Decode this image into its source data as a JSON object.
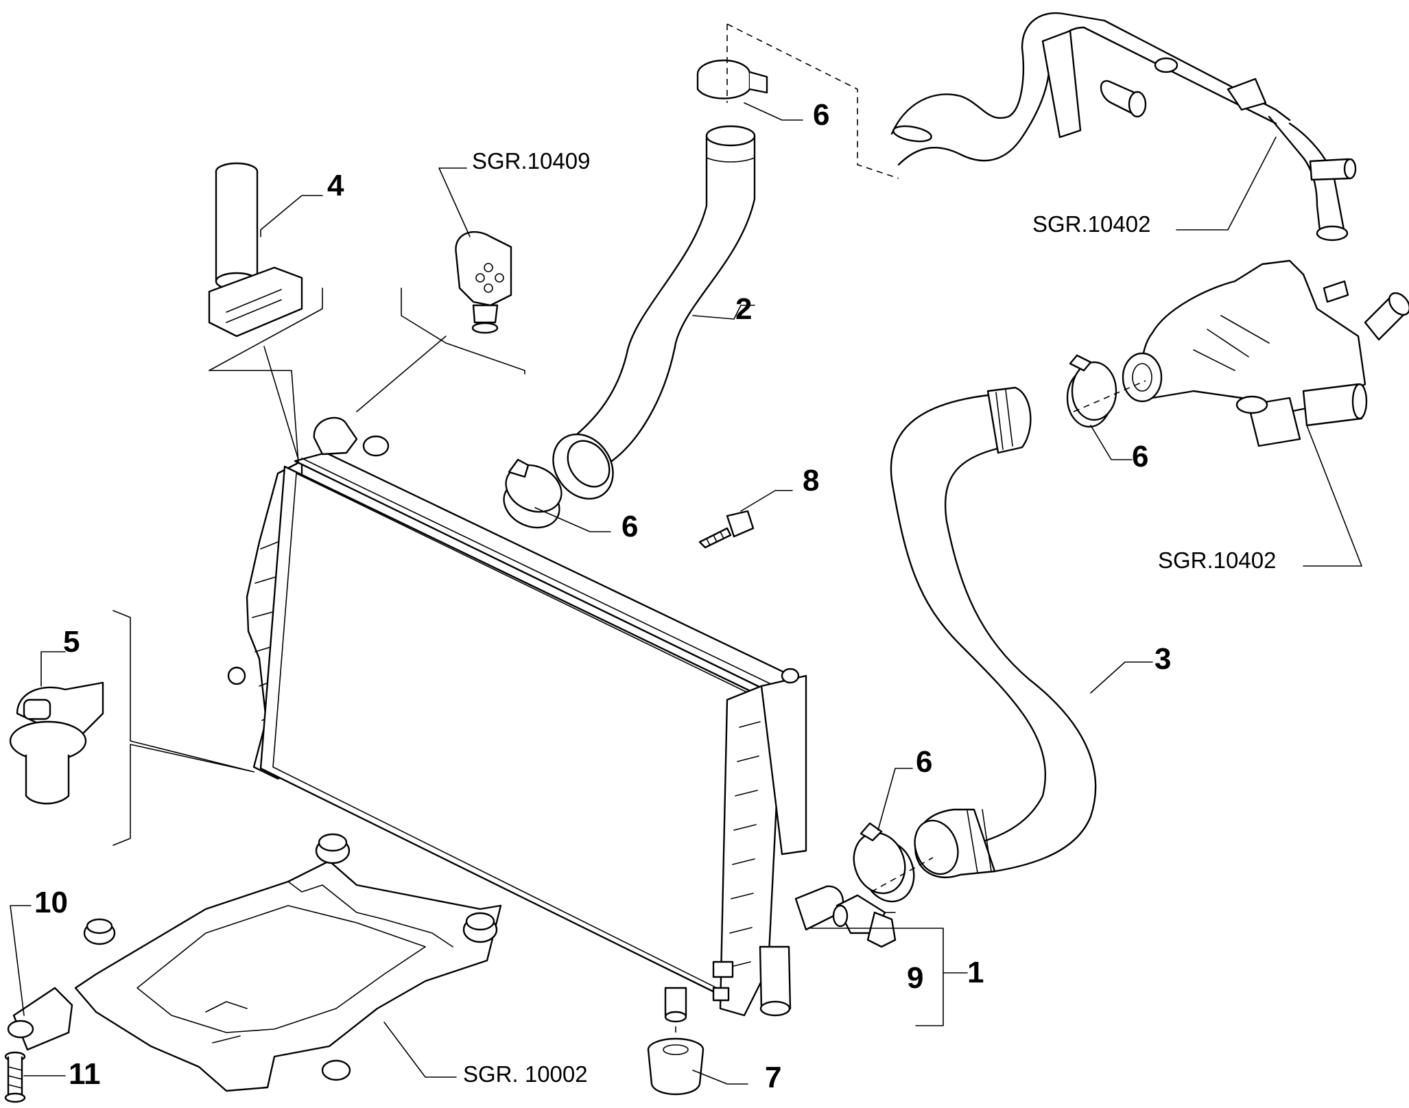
{
  "part_numbers": {
    "p1": "1",
    "p2": "2",
    "p3": "3",
    "p4": "4",
    "p5": "5",
    "p6a": "6",
    "p6b": "6",
    "p6c": "6",
    "p6d": "6",
    "p7": "7",
    "p8": "8",
    "p9": "9",
    "p10": "10",
    "p11": "11"
  },
  "references": {
    "sgr_10409": "SGR.10409",
    "sgr_10402_top": "SGR.10402",
    "sgr_10402_right": "SGR.10402",
    "sgr_10002": "SGR. 10002"
  },
  "icons": [
    "radiator",
    "hose",
    "hose-clamp",
    "sensor",
    "bolt",
    "bushing",
    "subframe",
    "water-pump",
    "coolant-pipe"
  ]
}
